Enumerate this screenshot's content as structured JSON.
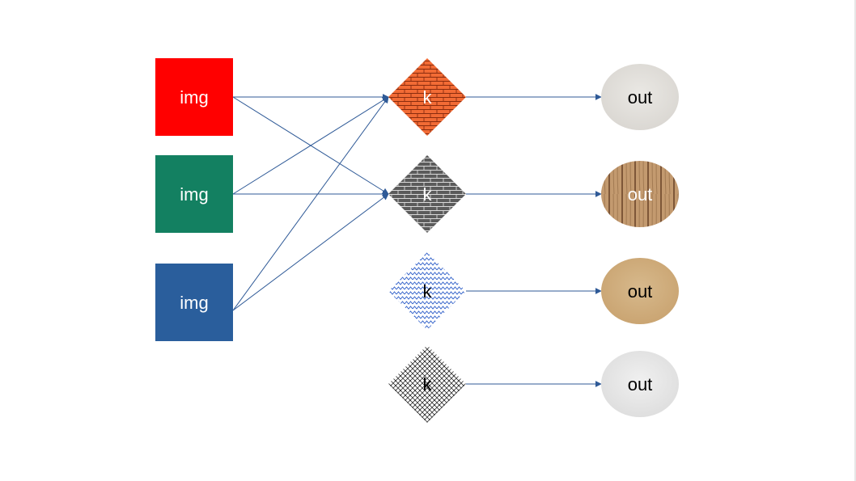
{
  "inputs": [
    {
      "label": "img",
      "color": "#FF0000"
    },
    {
      "label": "img",
      "color": "#138061"
    },
    {
      "label": "img",
      "color": "#2A5E9C"
    }
  ],
  "kernels": [
    {
      "label": "k",
      "pattern": "brick-orange"
    },
    {
      "label": "k",
      "pattern": "brick-gray"
    },
    {
      "label": "k",
      "pattern": "wave-blue"
    },
    {
      "label": "k",
      "pattern": "weave-gray"
    }
  ],
  "outputs": [
    {
      "label": "out",
      "texture": "stucco-light"
    },
    {
      "label": "out",
      "texture": "wood-planks"
    },
    {
      "label": "out",
      "texture": "sand"
    },
    {
      "label": "out",
      "texture": "paper-white"
    }
  ],
  "connections": [
    {
      "from": "input-1",
      "to": "kernel-1"
    },
    {
      "from": "input-1",
      "to": "kernel-2"
    },
    {
      "from": "input-2",
      "to": "kernel-1"
    },
    {
      "from": "input-2",
      "to": "kernel-2"
    },
    {
      "from": "input-3",
      "to": "kernel-1"
    },
    {
      "from": "input-3",
      "to": "kernel-2"
    },
    {
      "from": "kernel-1",
      "to": "output-1"
    },
    {
      "from": "kernel-2",
      "to": "output-2"
    },
    {
      "from": "kernel-3",
      "to": "output-3"
    },
    {
      "from": "kernel-4",
      "to": "output-4"
    }
  ],
  "colors": {
    "arrow": "#2F5A97",
    "label_light": "#ffffff",
    "label_dark": "#000000"
  }
}
